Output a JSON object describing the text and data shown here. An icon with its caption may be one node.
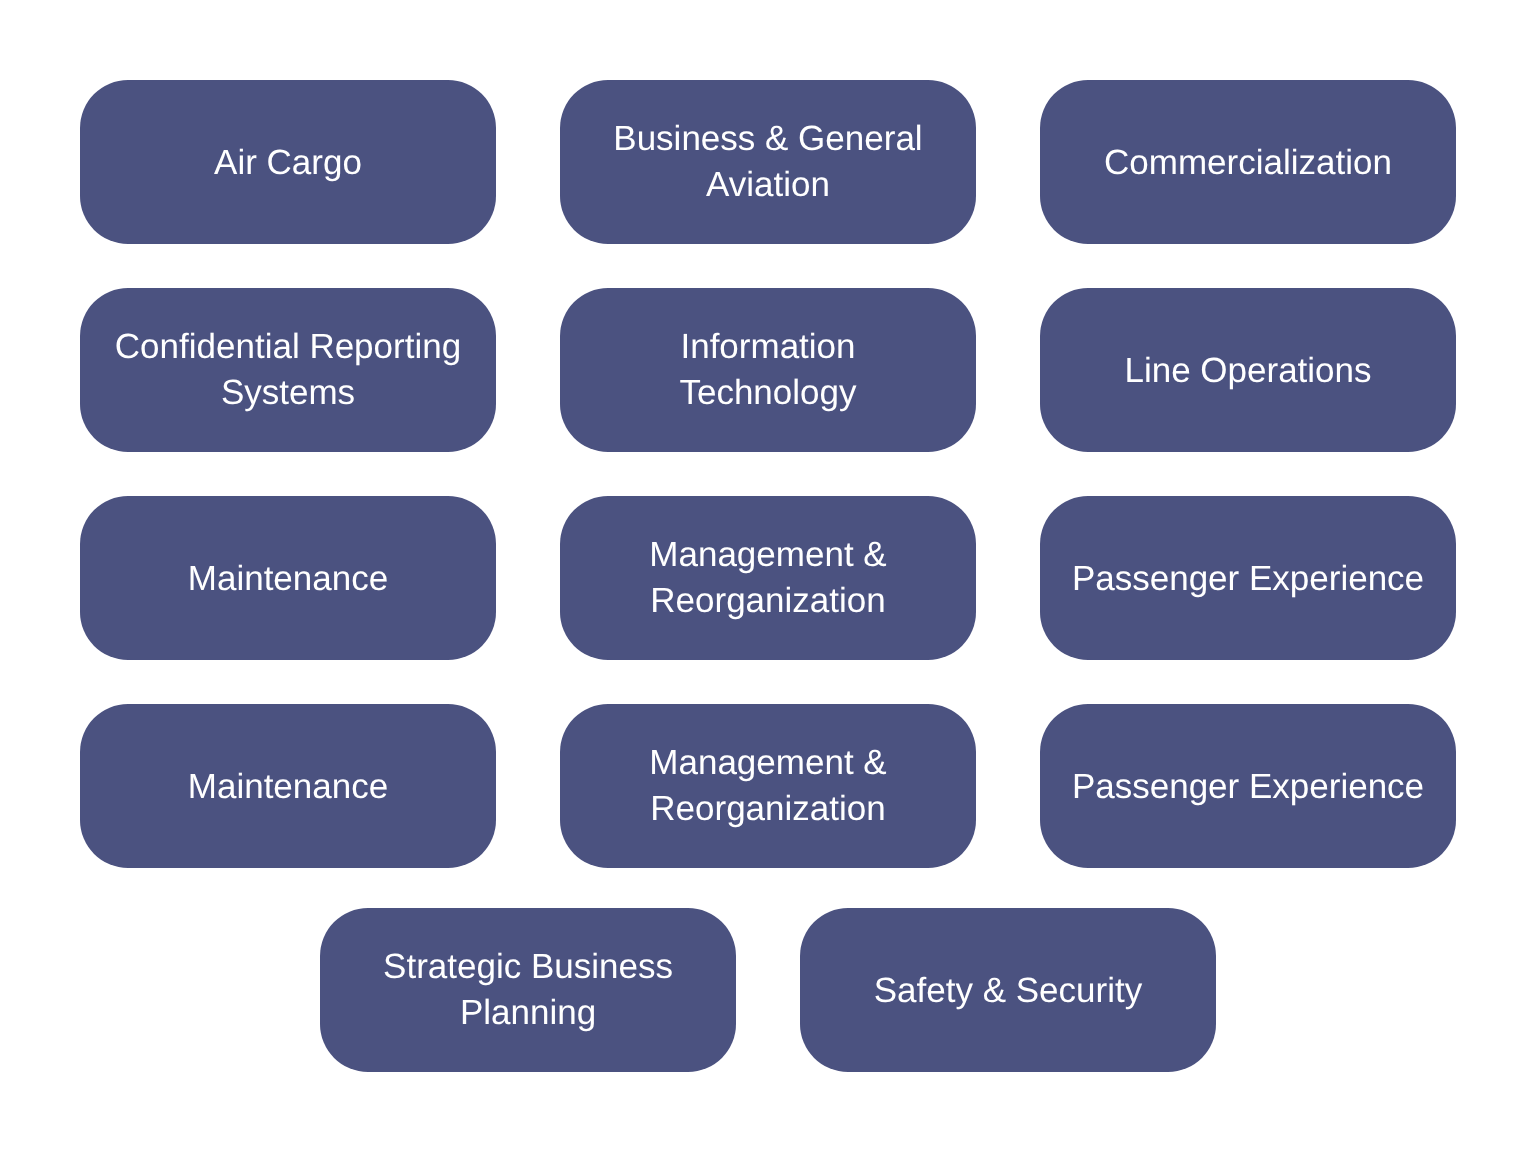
{
  "diagram": {
    "nodes": [
      {
        "text": [
          "Air Cargo"
        ]
      },
      {
        "text": [
          "Business & General Aviation"
        ]
      },
      {
        "text": [
          "Commercialization"
        ]
      },
      {
        "text": [
          "Confidential Reporting Systems"
        ]
      },
      {
        "text": [
          "Information Technology"
        ]
      },
      {
        "text": [
          "Line Operations"
        ]
      },
      {
        "text": [
          "Maintenance"
        ]
      },
      {
        "text": [
          "Management & Reorganization"
        ]
      },
      {
        "text": [
          "Passenger Experience"
        ]
      },
      {
        "text": [
          "Maintenance"
        ]
      },
      {
        "text": [
          "Management & Reorganization"
        ]
      },
      {
        "text": [
          "Passenger Experience"
        ]
      },
      {
        "text": [
          "Strategic Business Planning"
        ]
      },
      {
        "text": [
          "Safety & Security"
        ]
      }
    ]
  }
}
